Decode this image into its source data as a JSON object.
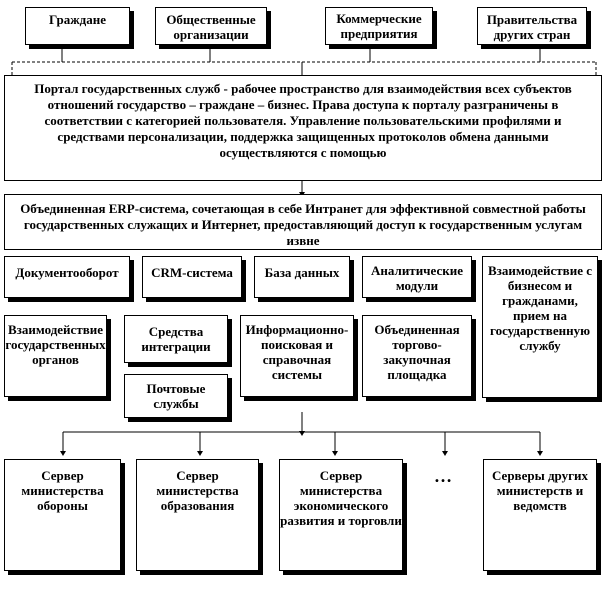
{
  "top_boxes": [
    "Граждане",
    "Общественные организации",
    "Коммерческие предприятия",
    "Правительства других стран"
  ],
  "portal_text": "Портал государственных служб - рабочее пространство для взаимодействия всех субъектов отношений государство – граждане – бизнес. Права доступа к порталу разграничены в соответствии с категорией пользователя. Управление пользовательскими профилями и средствами персонализации, поддержка защищенных протоколов обмена данными осуществляются с помощью",
  "erp_text": "Объединенная ERP-система, сочетающая в себе Интранет для эффективной совместной работы государственных служащих и Интернет, предоставляющий доступ к государственным услугам извне",
  "modules": {
    "docflow": "Документооборот",
    "crm": "CRM-система",
    "database": "База данных",
    "analytics": "Аналитические модули",
    "business": "Взаимодействие с бизнесом и гражданами, прием на государственную службу",
    "gov_interaction": "Взаимодействие государственных органов",
    "integration": "Средства интеграции",
    "mail": "Почтовые службы",
    "search": "Информационно-поисковая и справочная системы",
    "trade": "Объединенная торгово-закупочная площадка"
  },
  "servers": [
    "Сервер министерства обороны",
    "Сервер министерства образования",
    "Сервер министерства экономического развития и торговли",
    "Серверы других министерств и ведомств"
  ],
  "ellipsis": "…"
}
